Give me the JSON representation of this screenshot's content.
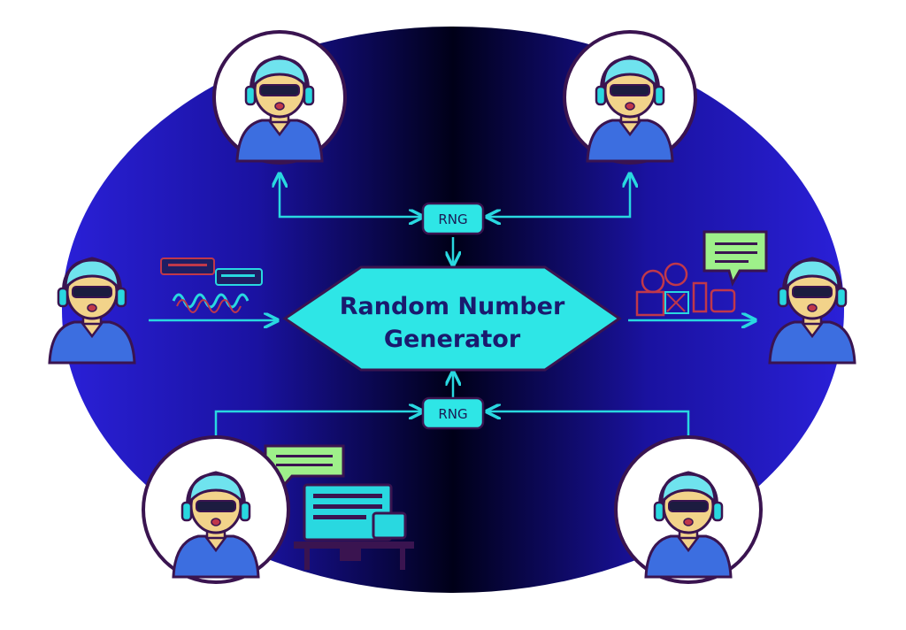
{
  "center": {
    "title_line1": "Random Number",
    "title_line2": "Generator"
  },
  "rng_top": {
    "label": "RNG"
  },
  "rng_bottom": {
    "label": "RNG"
  },
  "colors": {
    "ellipse_edge": "#2a20d8",
    "ellipse_core": "#000018",
    "accent": "#29d8e0",
    "hexagon": "#2ee6e6",
    "outline": "#3a1450",
    "skin": "#f2d38a",
    "shirt": "#3c6ee0"
  },
  "avatars": [
    {
      "name": "user-top-left",
      "style": "circle"
    },
    {
      "name": "user-top-right",
      "style": "circle"
    },
    {
      "name": "user-left",
      "style": "plain"
    },
    {
      "name": "user-right",
      "style": "plain"
    },
    {
      "name": "user-bottom-left",
      "style": "circle"
    },
    {
      "name": "user-bottom-right",
      "style": "circle"
    }
  ]
}
